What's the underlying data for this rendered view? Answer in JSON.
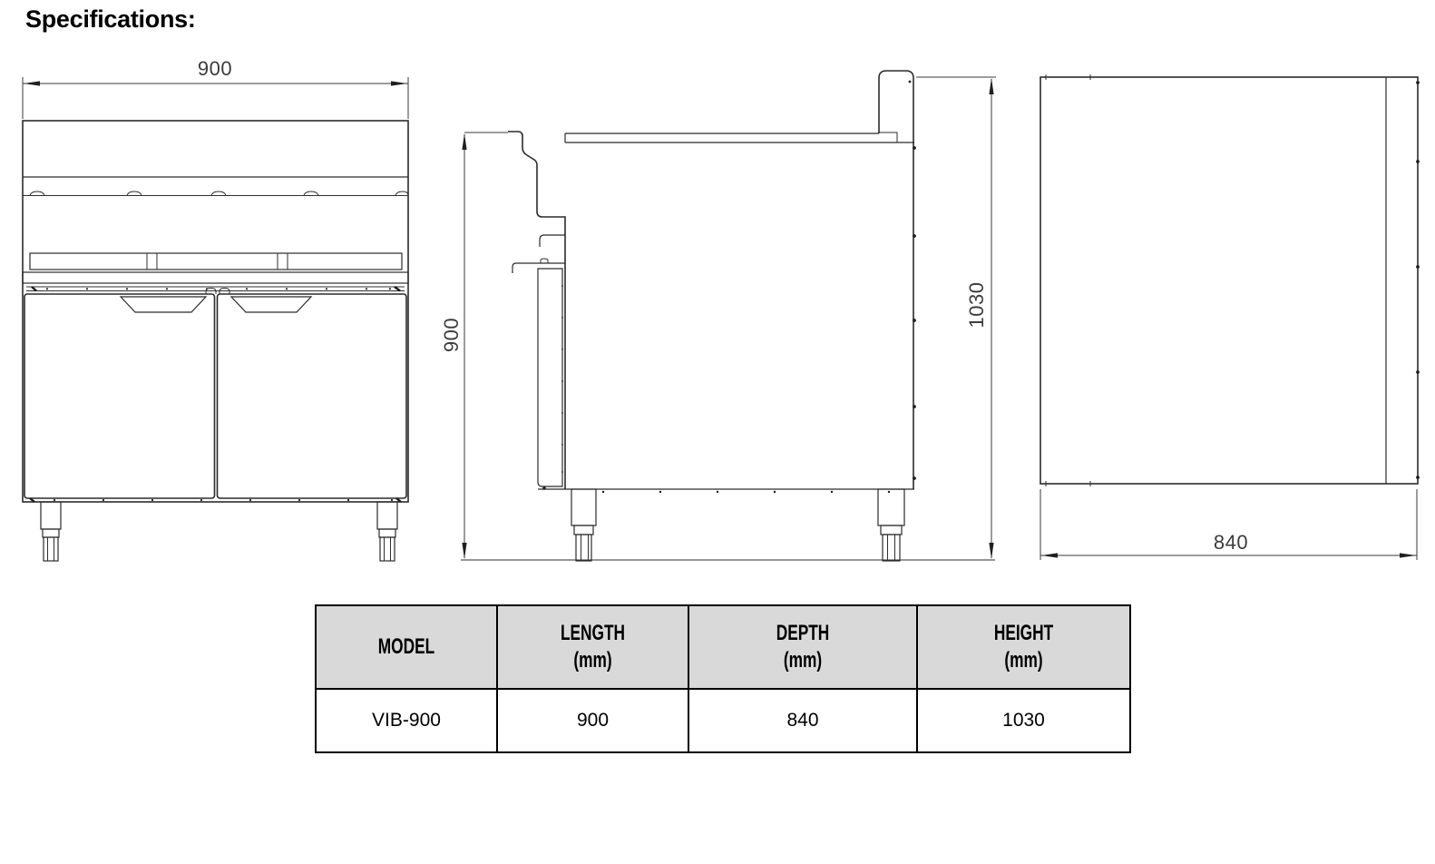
{
  "page": {
    "title": "Specifications:"
  },
  "drawings": {
    "front": {
      "width": "900"
    },
    "side": {
      "height": "900",
      "total_height": "1030"
    },
    "top": {
      "depth": "840"
    }
  },
  "table": {
    "headers": [
      {
        "line1": "MODEL",
        "line2": ""
      },
      {
        "line1": "LENGTH",
        "line2": "(mm)"
      },
      {
        "line1": "DEPTH",
        "line2": "(mm)"
      },
      {
        "line1": "HEIGHT",
        "line2": "(mm)"
      }
    ],
    "rows": [
      {
        "model": "VIB-900",
        "length": "900",
        "depth": "840",
        "height": "1030"
      }
    ],
    "header_bg": "#d9d9d9",
    "border_color": "#000000"
  },
  "colors": {
    "line": "#2b2b2b",
    "background": "#ffffff",
    "dim_text": "#3c3c3c"
  }
}
